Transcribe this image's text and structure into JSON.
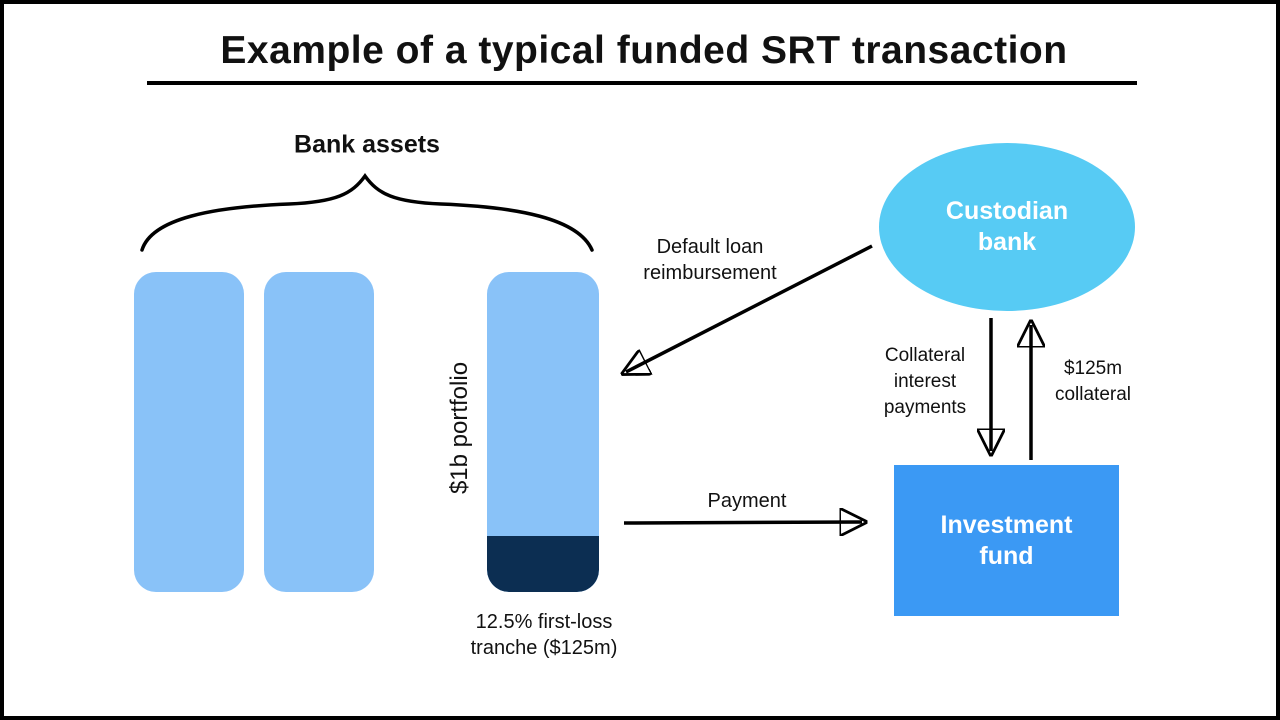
{
  "slide": {
    "title": "Example of a typical funded SRT transaction",
    "background": "#ffffff",
    "frame_color": "#000000",
    "text_color": "#111111"
  },
  "bank_assets": {
    "group_label": "Bank assets",
    "asset_color": "#89C2F8",
    "portfolio_label": "$1b portfolio",
    "tranche_color": "#0C2E52",
    "tranche_label": "12.5% first-loss\ntranche ($125m)"
  },
  "nodes": {
    "custodian_bank": {
      "label": "Custodian\nbank",
      "color": "#57CBF4",
      "text_color": "#ffffff"
    },
    "investment_fund": {
      "label": "Investment\nfund",
      "color": "#3B99F4",
      "text_color": "#ffffff"
    }
  },
  "flows": {
    "default_loan": {
      "label": "Default loan\nreimbursement",
      "from": "Custodian bank",
      "to": "$1b portfolio"
    },
    "payment": {
      "label": "Payment",
      "from": "$1b portfolio",
      "to": "Investment fund"
    },
    "collateral_interest": {
      "label": "Collateral\ninterest\npayments",
      "from": "Custodian bank",
      "to": "Investment fund"
    },
    "collateral": {
      "label": "$125m\ncollateral",
      "from": "Investment fund",
      "to": "Custodian bank"
    }
  }
}
